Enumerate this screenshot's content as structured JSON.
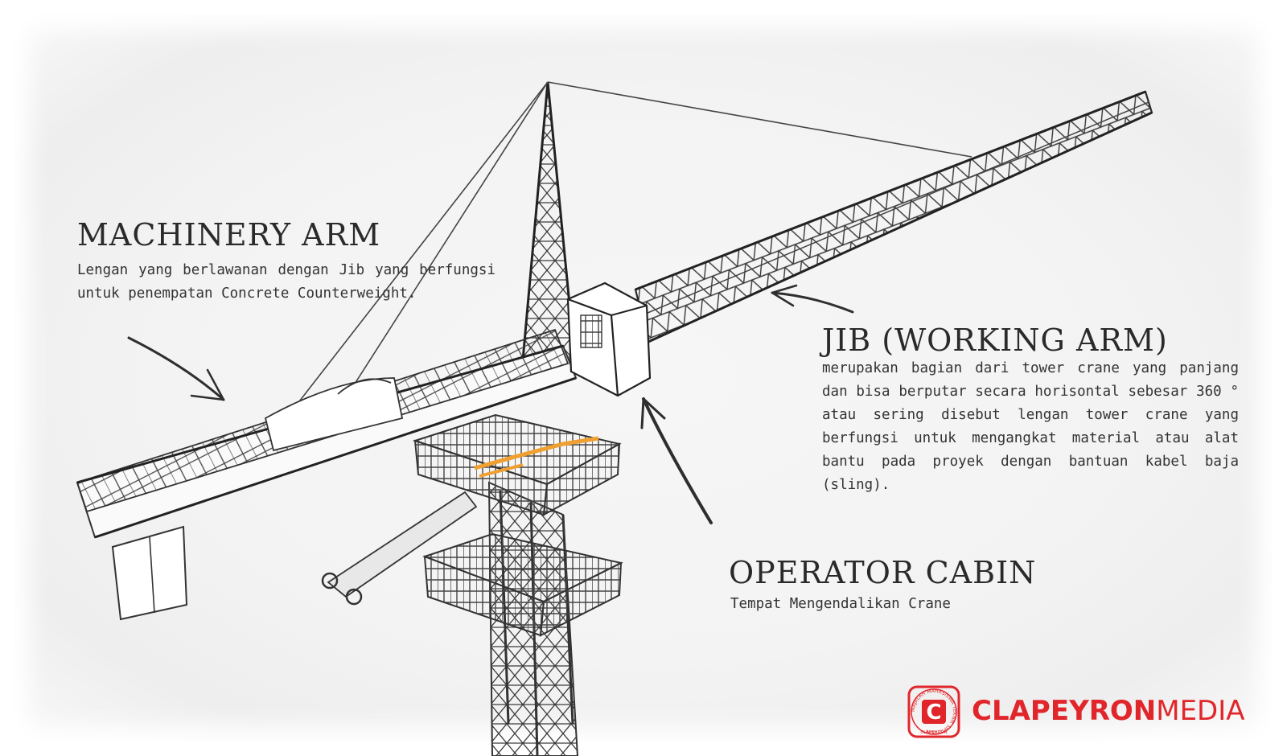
{
  "labels": {
    "machinery_arm": {
      "title": "MACHINERY ARM",
      "description": "Lengan yang berlawanan dengan Jib yang berfungsi untuk penempatan Concrete Counterweight."
    },
    "jib": {
      "title": "JIB (WORKING ARM)",
      "description": "merupakan bagian dari tower crane yang panjang dan bisa berputar secara horisontal sebesar 360 ° atau sering disebut lengan tower crane yang berfungsi untuk mengangkat material atau alat bantu pada proyek dengan bantuan kabel baja (sling)."
    },
    "operator_cabin": {
      "title": "OPERATOR CABIN",
      "description": "Tempat Mengendalikan Crane"
    }
  },
  "logo": {
    "emblem_ring_text": "MAJALAH MAHASISWA TEKNIK SIPIL UGM",
    "emblem_bottom_text": "CLAPEYRON",
    "emblem_letter": "C",
    "brand_bold": "CLAPEYRON",
    "brand_light": "MEDIA",
    "color": "#e1262b"
  },
  "colors": {
    "ink": "#2a2a2a",
    "paper": "#f3f3f3",
    "accent_orange": "#f0a030"
  }
}
